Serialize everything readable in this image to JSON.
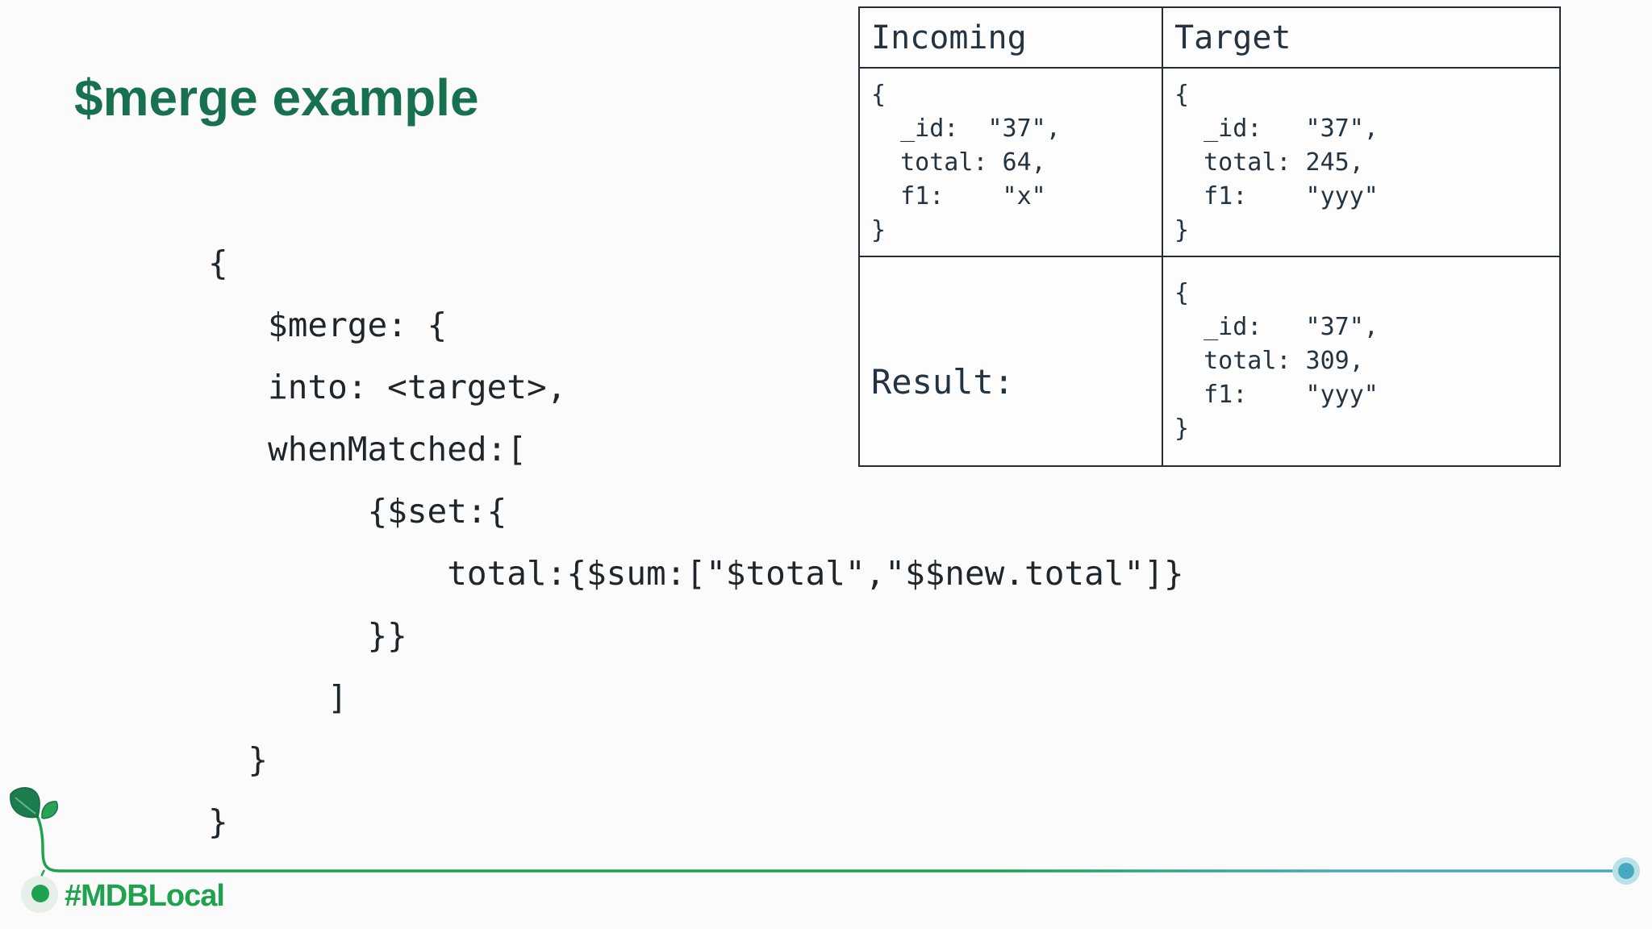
{
  "title": "$merge example",
  "code": "{\n   $merge: {\n   into: <target>,\n   whenMatched:[\n        {$set:{\n            total:{$sum:[\"$total\",\"$$new.total\"]}\n        }}\n      ]\n  }\n}",
  "table": {
    "headers": [
      "Incoming",
      "Target"
    ],
    "incoming_doc": "{\n  _id:  \"37\",\n  total: 64,\n  f1:    \"x\"\n}",
    "target_doc": "{\n  _id:   \"37\",\n  total: 245,\n  f1:    \"yyy\"\n}",
    "result_label": "Result:",
    "result_doc": "{\n  _id:   \"37\",\n  total: 309,\n  f1:    \"yyy\"\n}"
  },
  "footer": {
    "hashtag": "#MDBLocal"
  },
  "colors": {
    "title_green": "#17714F",
    "brand_green": "#1FA24E",
    "leaf_dark_green": "#1C7C4D",
    "teal": "#47A9BF",
    "teal_halo": "#BDE1E9",
    "ink": "#1E262C",
    "table_border": "#242D35"
  }
}
